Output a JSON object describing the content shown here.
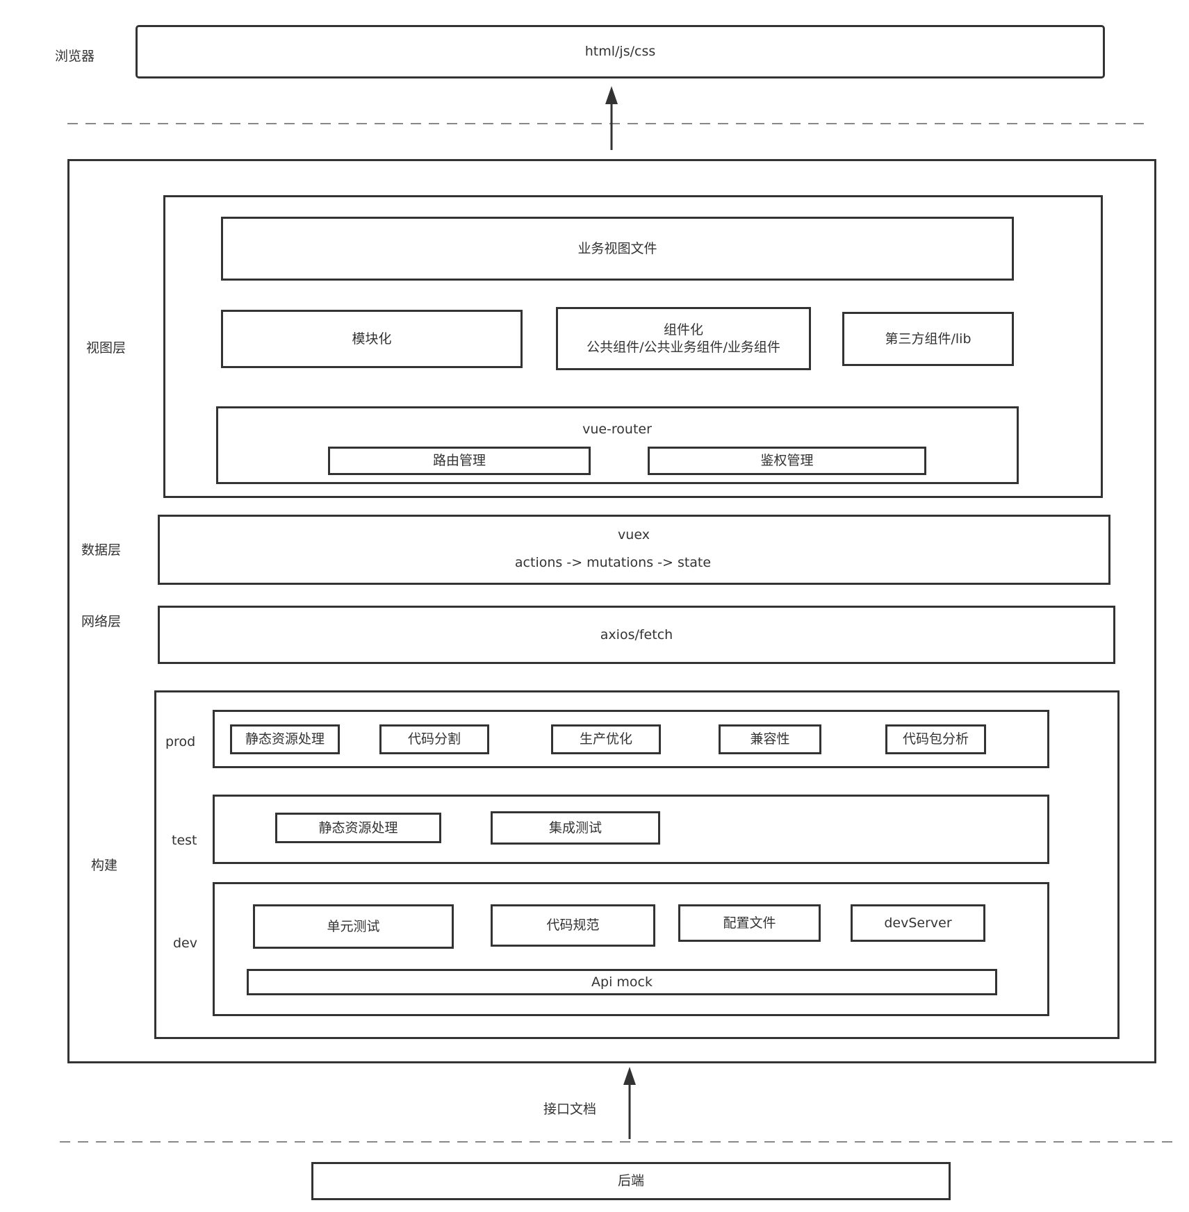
{
  "browser": {
    "label": "浏览器",
    "content": "html/js/css"
  },
  "view_layer": {
    "label": "视图层",
    "business_views": "业务视图文件",
    "modularization": "模块化",
    "componentization": {
      "title": "组件化",
      "subtitle": "公共组件/公共业务组件/业务组件"
    },
    "third_party": "第三方组件/lib",
    "router": {
      "title": "vue-router",
      "route_management": "路由管理",
      "auth_management": "鉴权管理"
    }
  },
  "data_layer": {
    "label": "数据层",
    "title": "vuex",
    "flow": "actions -> mutations -> state"
  },
  "network_layer": {
    "label": "网络层",
    "content": "axios/fetch"
  },
  "build": {
    "label": "构建",
    "prod": {
      "label": "prod",
      "items": [
        "静态资源处理",
        "代码分割",
        "生产优化",
        "兼容性",
        "代码包分析"
      ]
    },
    "test": {
      "label": "test",
      "items": [
        "静态资源处理",
        "集成测试"
      ]
    },
    "dev": {
      "label": "dev",
      "items": [
        "单元测试",
        "代码规范",
        "配置文件",
        "devServer"
      ],
      "api_mock": "Api mock"
    }
  },
  "interface_doc": "接口文档",
  "backend": "后端"
}
